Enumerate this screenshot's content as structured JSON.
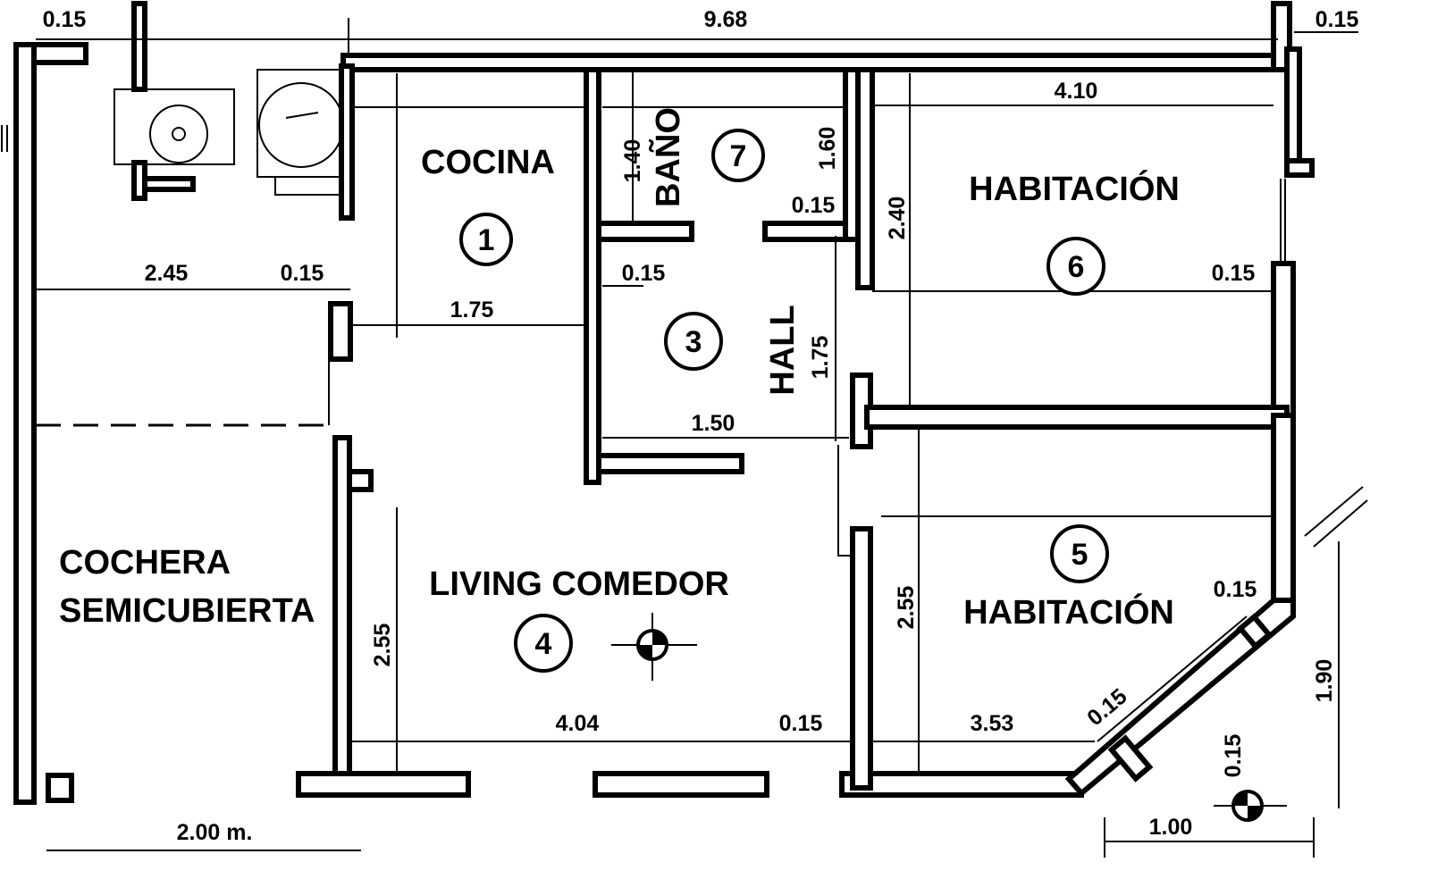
{
  "rooms": {
    "cocina": "COCINA",
    "bano": "BAÑO",
    "hall": "HALL",
    "habitacion_6": "HABITACIÓN",
    "habitacion_5": "HABITACIÓN",
    "living": "LIVING COMEDOR",
    "cochera_1": "COCHERA",
    "cochera_2": "SEMICUBIERTA"
  },
  "room_numbers": {
    "cocina": "1",
    "hall": "3",
    "living": "4",
    "habitacion_5": "5",
    "habitacion_6": "6",
    "bano": "7"
  },
  "dimensions": {
    "top_left_wall": "0.15",
    "total_width": "9.68",
    "top_right_wall": "0.15",
    "hab6_width": "4.10",
    "bano_depth": "1.40",
    "hall_upper": "1.60",
    "bano_wall": "0.15",
    "hab6_depth": "2.40",
    "cochera_width": "2.45",
    "cochera_wall": "0.15",
    "cocina_width": "1.75",
    "hall_wall": "0.15",
    "hab6_wall": "0.15",
    "hall_depth": "1.75",
    "hall_width": "1.50",
    "living_depth": "2.55",
    "hab5_depth": "2.55",
    "hab5_wall": "0.15",
    "diag_wall": "0.15",
    "living_width": "4.04",
    "living_wall": "0.15",
    "hab5_width": "3.53",
    "corner_height": "1.90",
    "corner_wall": "0.15",
    "corner_width": "1.00",
    "scale": "2.00 m."
  }
}
